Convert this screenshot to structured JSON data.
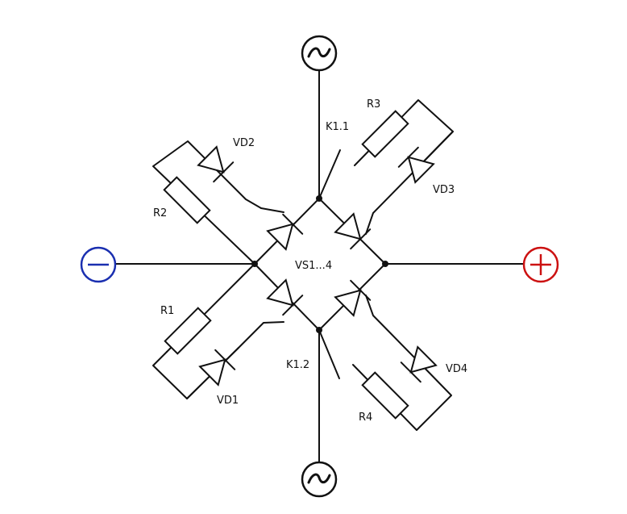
{
  "diagram": {
    "labels": {
      "bridge": "VS1...4",
      "switch_top": "K1.1",
      "switch_bottom": "K1.2",
      "r1": "R1",
      "r2": "R2",
      "r3": "R3",
      "r4": "R4",
      "vd1": "VD1",
      "vd2": "VD2",
      "vd3": "VD3",
      "vd4": "VD4"
    },
    "terminals": {
      "ac_symbol": "~",
      "negative_symbol": "−",
      "positive_symbol": "+"
    },
    "colors": {
      "wire": "#111111",
      "negative": "#1a2fb0",
      "positive": "#cc1111"
    },
    "icons": [
      "ac-source-icon",
      "negative-terminal-icon",
      "positive-terminal-icon",
      "thyristor-icon",
      "diode-icon",
      "resistor-icon",
      "switch-contact-icon"
    ]
  }
}
